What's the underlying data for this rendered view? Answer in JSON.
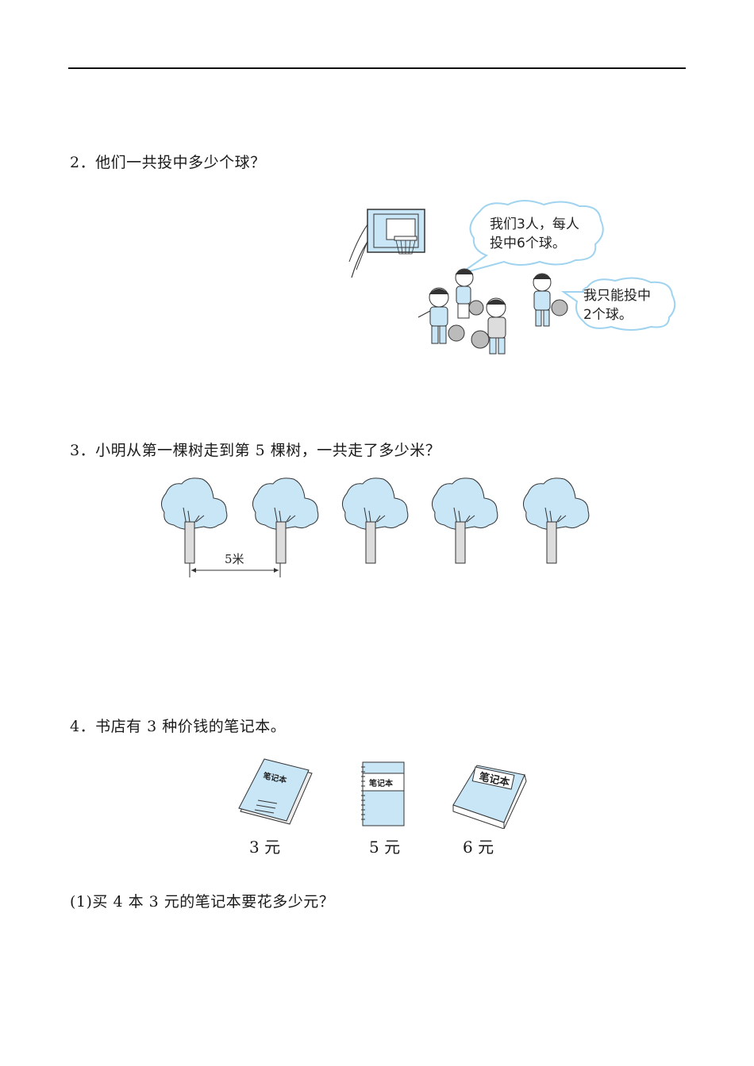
{
  "questions": {
    "q2": {
      "text": "2．他们一共投中多少个球？",
      "bubble1_line1": "我们3人，每人",
      "bubble1_line2": "投中6个球。",
      "bubble2_line1": "我只能投中",
      "bubble2_line2": "2个球。"
    },
    "q3": {
      "text": "3．小明从第一棵树走到第 5 棵树，一共走了多少米？",
      "tree_count": 5,
      "distance_label": "5米"
    },
    "q4": {
      "text": "4．书店有 3 种价钱的笔记本。",
      "notebooks": [
        {
          "cover_label": "笔记本",
          "price": "3 元"
        },
        {
          "cover_label": "笔记本",
          "price": "5 元"
        },
        {
          "cover_label": "笔记本",
          "price": "6 元"
        }
      ],
      "sub1": "(1)买 4 本 3 元的笔记本要花多少元？"
    }
  },
  "colors": {
    "illustration_fill": "#c9e6f7",
    "outline": "#333333"
  }
}
